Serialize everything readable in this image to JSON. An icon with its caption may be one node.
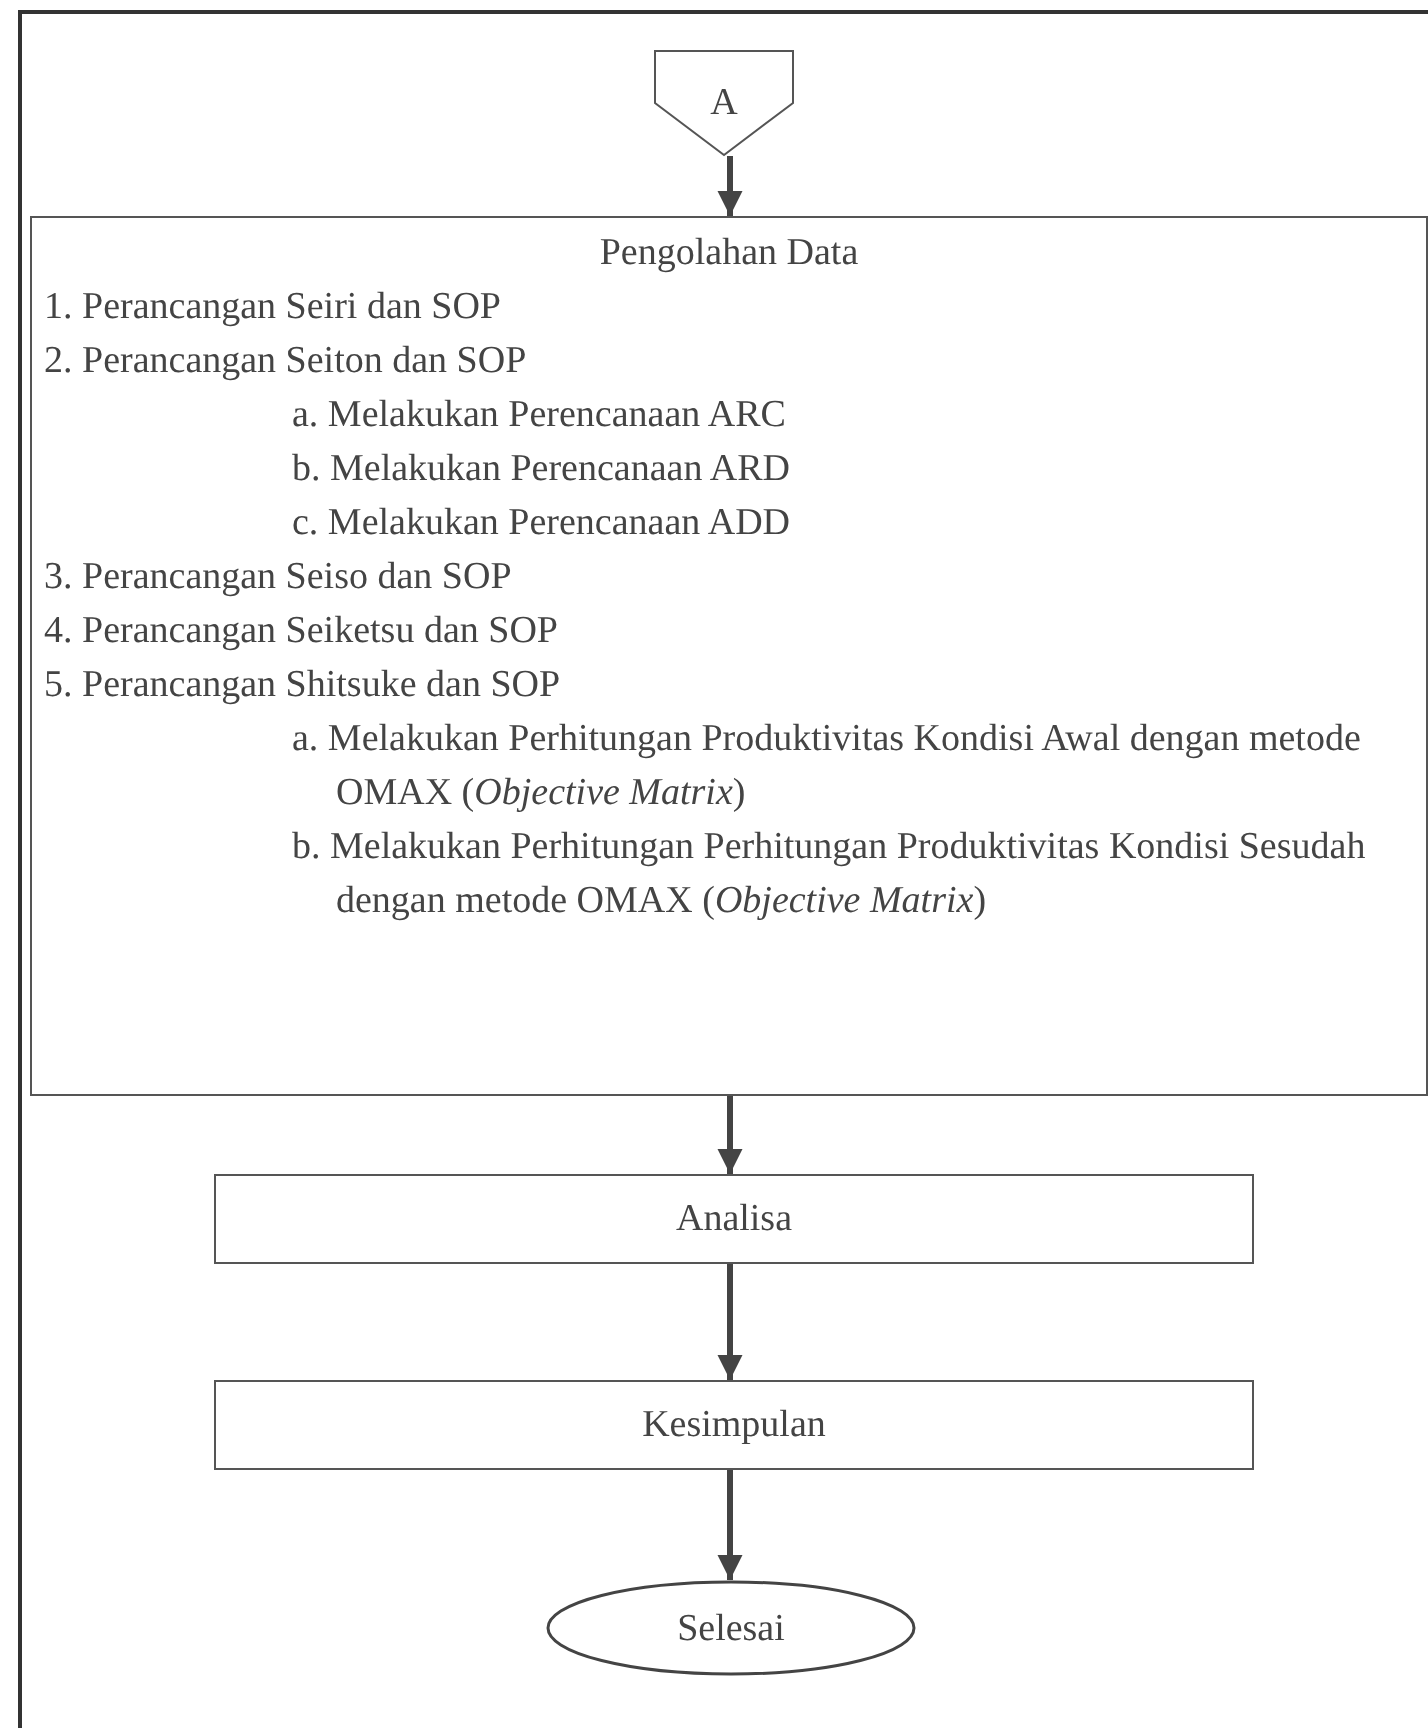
{
  "diagram": {
    "nodes": [
      {
        "text": [
          "A"
        ]
      },
      {
        "text": [
          "Pengolahan Data",
          "1. Perancangan Seiri dan SOP",
          "2. Perancangan Seiton dan SOP",
          "a. Melakukan Perencanaan ARC",
          "b. Melakukan Perencanaan ARD",
          "c. Melakukan Perencanaan ADD",
          "3. Perancangan Seiso dan SOP",
          "4. Perancangan Seiketsu dan SOP",
          "5. Perancangan Shitsuke dan SOP",
          "a. Melakukan Perhitungan Produktivitas Kondisi Awal dengan metode OMAX (*Objective Matrix*)",
          "b. Melakukan Perhitungan Perhitungan Produktivitas Kondisi Sesudah dengan metode OMAX (*Objective Matrix*)"
        ]
      },
      {
        "text": [
          "Analisa"
        ]
      },
      {
        "text": [
          "Kesimpulan"
        ]
      },
      {
        "text": [
          "Selesai"
        ]
      }
    ],
    "edges": [
      {
        "from": 0,
        "to": 1,
        "arrow": "to"
      },
      {
        "from": 1,
        "to": 2,
        "arrow": "to"
      },
      {
        "from": 2,
        "to": 3,
        "arrow": "to"
      },
      {
        "from": 3,
        "to": 4,
        "arrow": "to"
      }
    ]
  }
}
